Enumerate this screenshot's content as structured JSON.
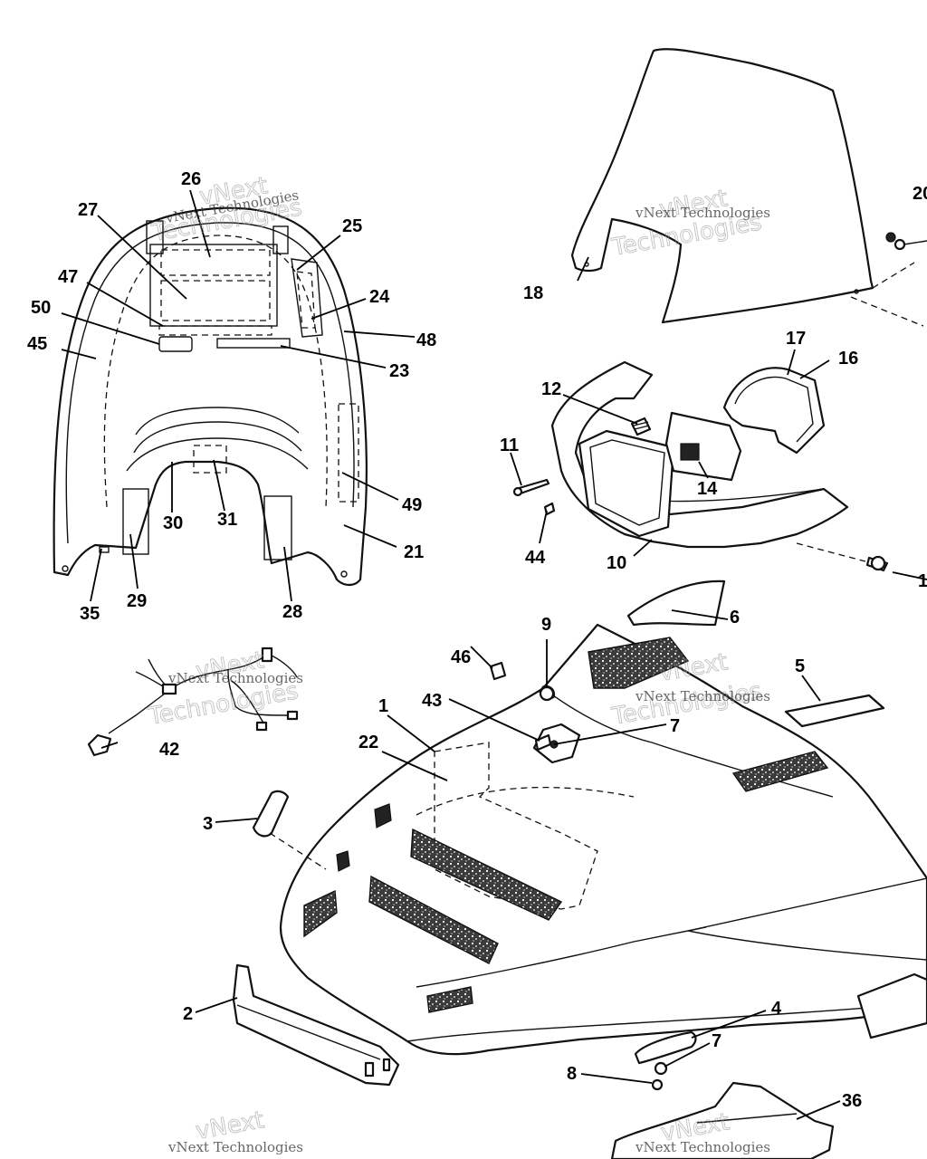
{
  "labels": {
    "p1": "1",
    "p2": "2",
    "p3": "3",
    "p4": "4",
    "p5": "5",
    "p6": "6",
    "p7a": "7",
    "p7b": "7",
    "p8": "8",
    "p9": "9",
    "p10": "10",
    "p11": "11",
    "p12": "12",
    "p14": "14",
    "p16": "16",
    "p17": "17",
    "p18": "18",
    "p20": "20",
    "p21": "21",
    "p22": "22",
    "p23": "23",
    "p24": "24",
    "p25": "25",
    "p26": "26",
    "p27": "27",
    "p28": "28",
    "p29": "29",
    "p30": "30",
    "p31": "31",
    "p35": "35",
    "p36": "36",
    "p42": "42",
    "p43": "43",
    "p44": "44",
    "p45": "45",
    "p46": "46",
    "p47": "47",
    "p48": "48",
    "p49": "49",
    "p50": "50",
    "p1b": "1"
  },
  "watermark": {
    "text": "vNext Technologies",
    "outline_top": "vNext",
    "outline_bottom": "Technologies"
  }
}
